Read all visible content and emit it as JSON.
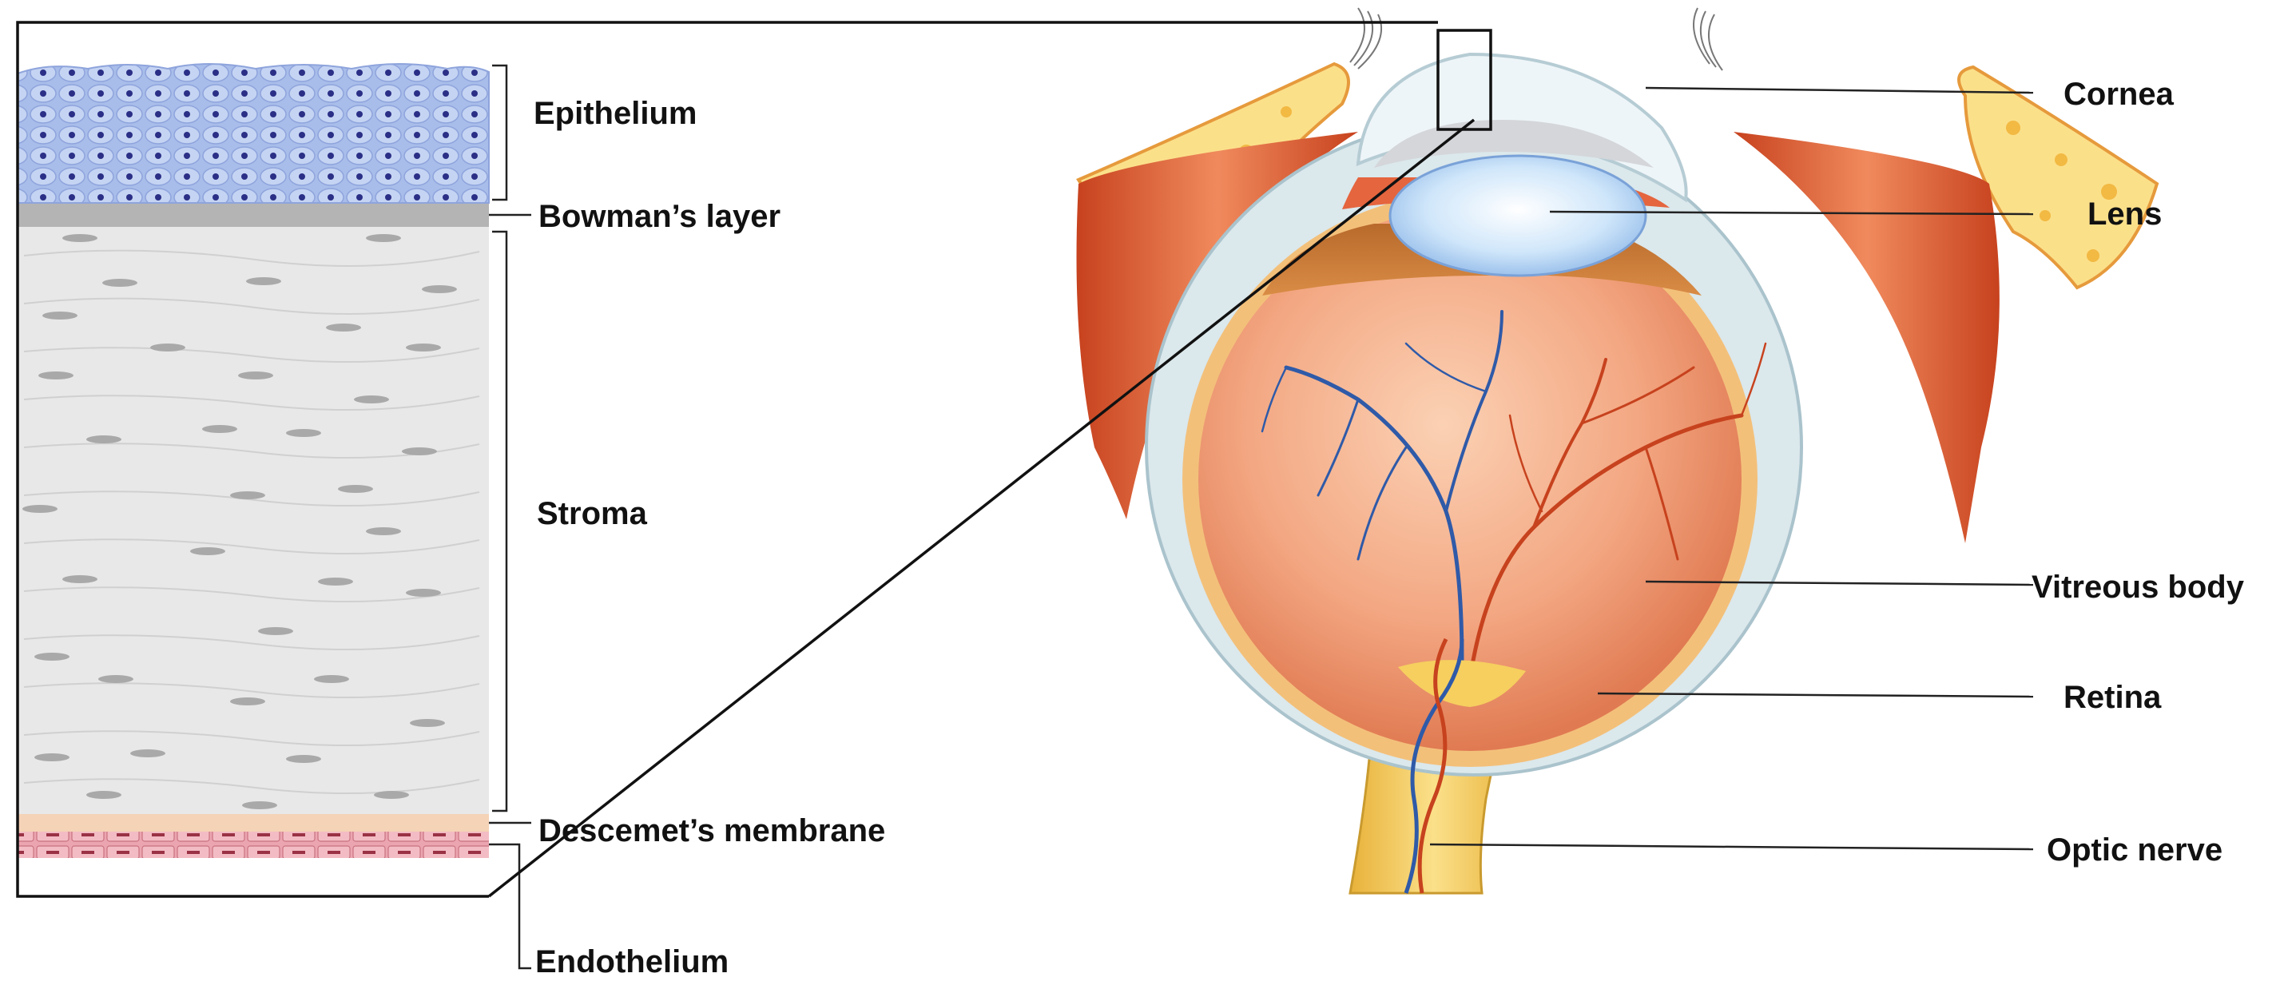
{
  "cornea_layers": {
    "epithelium": "Epithelium",
    "bowmans_layer": "Bowman’s layer",
    "stroma": "Stroma",
    "descemets_membrane": "Descemet’s membrane",
    "endothelium": "Endothelium"
  },
  "eye_parts": {
    "cornea": "Cornea",
    "lens": "Lens",
    "vitreous_body": "Vitreous body",
    "retina": "Retina",
    "optic_nerve": "Optic nerve"
  },
  "colors": {
    "epithelium": "#9fb3e6",
    "epithelium_nuclei": "#2b2f86",
    "bowmans_layer": "#b4b4b4",
    "stroma": "#e7e7e7",
    "descemets_membrane": "#f5d3b6",
    "endothelium": "#eba5b1",
    "vitreous": "#f0a680",
    "lens": "#c8e1f7",
    "sclera": "#dbe8ec",
    "optic_nerve": "#f6cf5f",
    "eyelid_fat": "#fbe08a",
    "muscle": "#d85a30"
  }
}
